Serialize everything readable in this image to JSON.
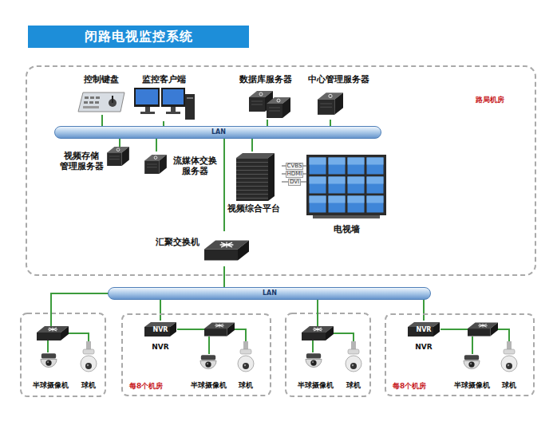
{
  "diagram": {
    "title": "闭路电视监控系统",
    "nodes": [
      {
        "text": [
          "路局机房"
        ]
      },
      {
        "text": [
          "控制键盘"
        ],
        "in": 0
      },
      {
        "text": [
          "监控客户端"
        ],
        "in": 0
      },
      {
        "text": [
          "数据库服务器"
        ],
        "in": 0
      },
      {
        "text": [
          "中心管理服务器"
        ],
        "in": 0
      },
      {
        "text": [
          "LAN"
        ],
        "in": 0
      },
      {
        "text": [
          "视频存储 管理服务器"
        ],
        "in": 0
      },
      {
        "text": [
          "流媒体交换 服务器"
        ],
        "in": 0
      },
      {
        "text": [
          "视频综合平台"
        ],
        "in": 0
      },
      {
        "text": [
          "电视墙"
        ],
        "in": 0
      },
      {
        "text": [
          "汇聚交换机"
        ],
        "in": 0
      },
      {
        "text": [
          "LAN"
        ]
      },
      {
        "text": [
          "半球摄像机"
        ]
      },
      {
        "text": [
          "球机"
        ]
      },
      {
        "text": [
          "每8个机房"
        ]
      },
      {
        "text": [
          "NVR",
          "NVR"
        ],
        "in": 14
      },
      {
        "text": [
          "半球摄像机"
        ],
        "in": 14
      },
      {
        "text": [
          "球机"
        ],
        "in": 14
      },
      {
        "text": [
          "半球摄像机"
        ]
      },
      {
        "text": [
          "球机"
        ]
      },
      {
        "text": [
          "每8个机房"
        ]
      },
      {
        "text": [
          "NVR",
          "NVR"
        ],
        "in": 20
      },
      {
        "text": [
          "半球摄像机"
        ],
        "in": 20
      },
      {
        "text": [
          "球机"
        ],
        "in": 20
      }
    ],
    "edges": [
      {
        "from": 1,
        "to": 5,
        "arrow": "none"
      },
      {
        "from": 2,
        "to": 5,
        "arrow": "none"
      },
      {
        "from": 3,
        "to": 5,
        "arrow": "none"
      },
      {
        "from": 4,
        "to": 5,
        "arrow": "none"
      },
      {
        "from": 6,
        "to": 5,
        "arrow": "none"
      },
      {
        "from": 7,
        "to": 5,
        "arrow": "none"
      },
      {
        "from": 8,
        "to": 5,
        "arrow": "none"
      },
      {
        "from": 5,
        "to": 10,
        "arrow": "none"
      },
      {
        "from": 8,
        "to": 9,
        "label": "CVBS",
        "arrow": "none"
      },
      {
        "from": 8,
        "to": 9,
        "label": "HDMI",
        "arrow": "none"
      },
      {
        "from": 8,
        "to": 9,
        "label": "DVI",
        "arrow": "none"
      },
      {
        "from": 10,
        "to": 11,
        "arrow": "none"
      },
      {
        "from": 11,
        "to": 15,
        "arrow": "none"
      },
      {
        "from": 11,
        "to": 21,
        "arrow": "none"
      }
    ]
  }
}
